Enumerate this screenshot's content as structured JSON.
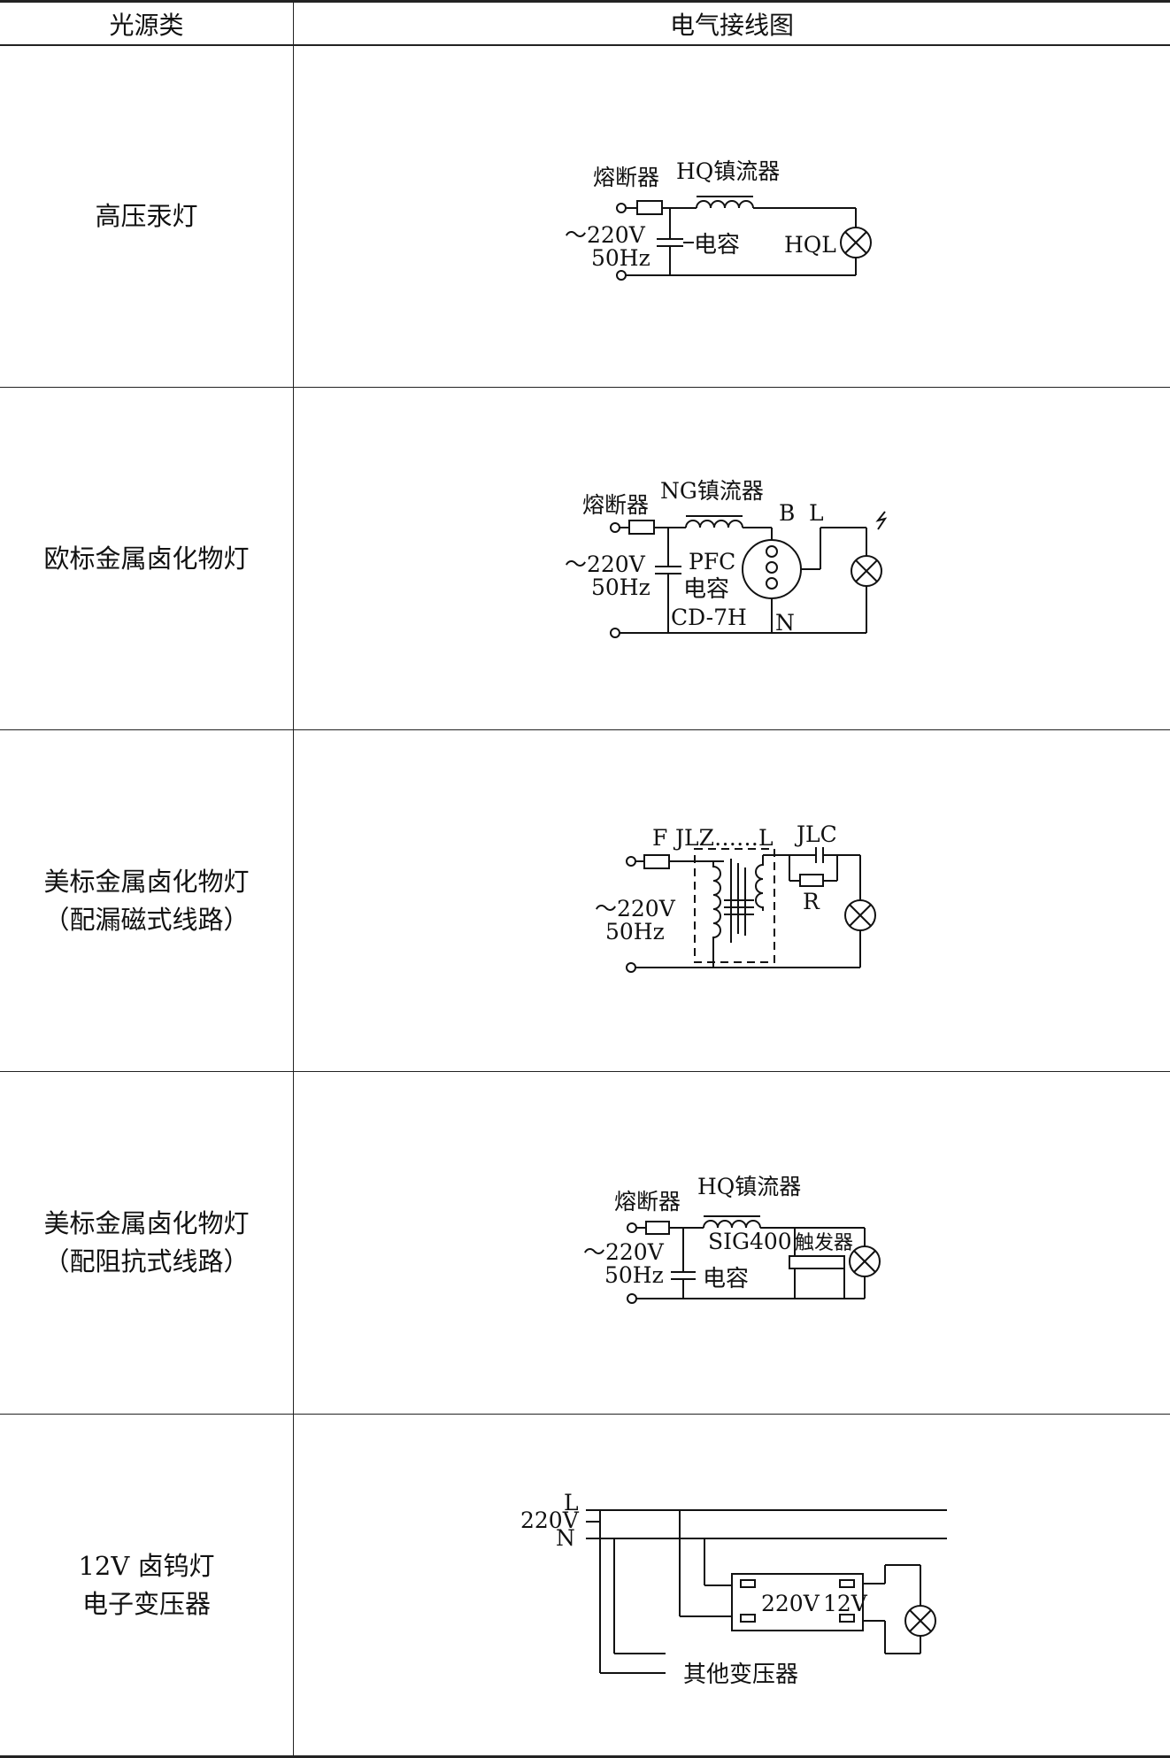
{
  "header": {
    "col1": "光源类",
    "col2": "电气接线图"
  },
  "rows": [
    {
      "name_line1": "高压汞灯",
      "name_line2": "",
      "labels": {
        "fuse": "熔断器",
        "ballast": "HQ镇流器",
        "voltage": "～220V",
        "freq": "50Hz",
        "capacitor": "电容",
        "lamp": "HQL"
      }
    },
    {
      "name_line1": "欧标金属卤化物灯",
      "name_line2": "",
      "labels": {
        "fuse": "熔断器",
        "ballast": "NG镇流器",
        "b": "B",
        "l": "L",
        "voltage": "～220V",
        "freq": "50Hz",
        "pfc": "PFC",
        "capacitor": "电容",
        "igniter": "CD-7H",
        "n": "N"
      }
    },
    {
      "name_line1": "美标金属卤化物灯",
      "name_line2": "（配漏磁式线路）",
      "labels": {
        "f": "F",
        "jlz": "JLZ……L",
        "jlc": "JLC",
        "r": "R",
        "voltage": "～220V",
        "freq": "50Hz"
      }
    },
    {
      "name_line1": "美标金属卤化物灯",
      "name_line2": "（配阻抗式线路）",
      "labels": {
        "fuse": "熔断器",
        "ballast": "HQ镇流器",
        "voltage": "～220V",
        "freq": "50Hz",
        "sig": "SIG400",
        "trigger": "触发器",
        "capacitor": "电容"
      }
    },
    {
      "name_line1": "12V 卤钨灯",
      "name_line2": "电子变压器",
      "labels": {
        "l": "L",
        "voltage": "220V",
        "n": "N",
        "in_v": "220V",
        "out_v": "12V",
        "other": "其他变压器"
      }
    }
  ]
}
